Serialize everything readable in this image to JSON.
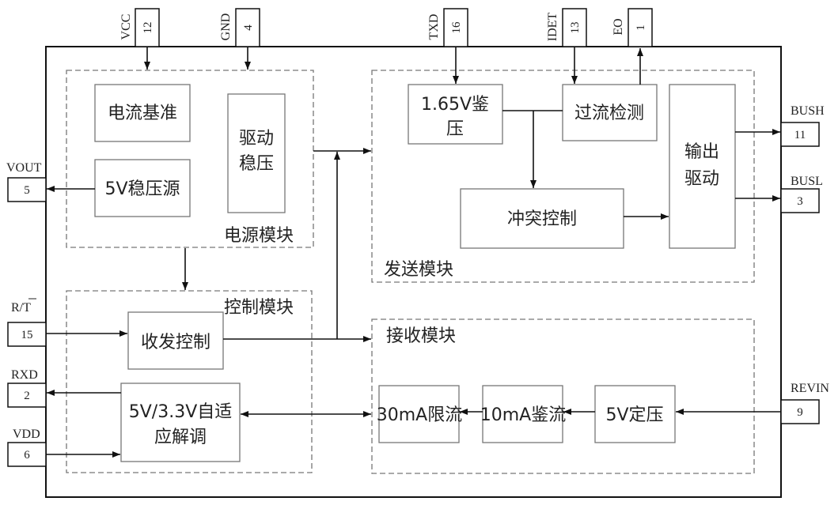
{
  "diagram": {
    "type": "block-diagram",
    "modules": {
      "power": {
        "title": "电源模块",
        "blocks": {
          "current_ref": "电流基准",
          "reg5v": "5V稳压源",
          "drive_reg_line1": "驱动",
          "drive_reg_line2": "稳压"
        }
      },
      "transmit": {
        "title": "发送模块",
        "blocks": {
          "ref165_line1": "1.65V鉴",
          "ref165_line2": "压",
          "overcurrent": "过流检测",
          "collision": "冲突控制",
          "outdrv_line1": "输出",
          "outdrv_line2": "驱动"
        }
      },
      "control": {
        "title": "控制模块",
        "blocks": {
          "txrx_ctrl": "收发控制",
          "adaptive_line1": "5V/3.3V自适",
          "adaptive_line2": "应解调"
        }
      },
      "receive": {
        "title": "接收模块",
        "blocks": {
          "limit30": "30mA限流",
          "detect10": "10mA鉴流",
          "reg5v_const": "5V定压"
        }
      }
    },
    "pins": {
      "vcc": {
        "name": "VCC",
        "number": "12"
      },
      "gnd": {
        "name": "GND",
        "number": "4"
      },
      "txd": {
        "name": "TXD",
        "number": "16"
      },
      "idet": {
        "name": "IDET",
        "number": "13"
      },
      "eo": {
        "name": "EO",
        "number": "1"
      },
      "vout": {
        "name": "VOUT",
        "number": "5"
      },
      "rt": {
        "name": "R/T",
        "number": "15"
      },
      "rxd": {
        "name": "RXD",
        "number": "2"
      },
      "vdd": {
        "name": "VDD",
        "number": "6"
      },
      "bush": {
        "name": "BUSH",
        "number": "11"
      },
      "busl": {
        "name": "BUSL",
        "number": "3"
      },
      "revin": {
        "name": "REVIN",
        "number": "9"
      }
    }
  }
}
